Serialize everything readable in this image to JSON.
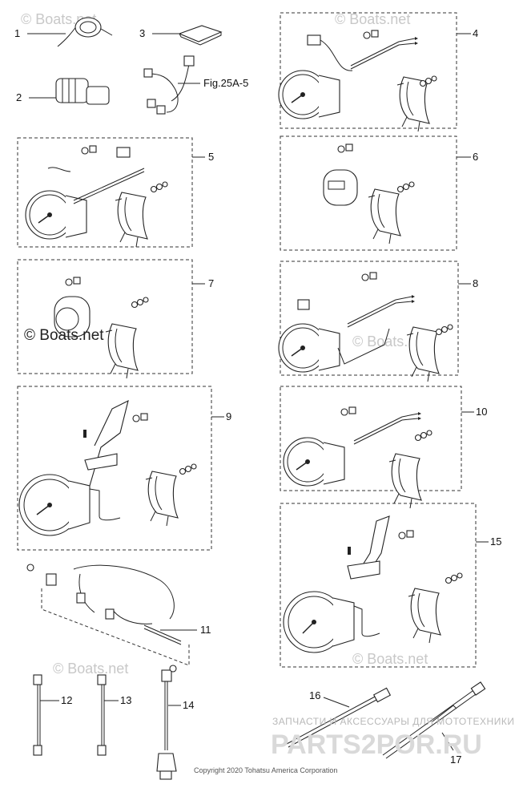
{
  "callouts": {
    "n1": "1",
    "n2": "2",
    "n3": "3",
    "n4": "4",
    "n5": "5",
    "n6": "6",
    "n7": "7",
    "n8": "8",
    "n9": "9",
    "n10": "10",
    "n11": "11",
    "n12": "12",
    "n13": "13",
    "n14": "14",
    "n15": "15",
    "n16": "16",
    "n17": "17"
  },
  "fig_ref": "Fig.25A-5",
  "copyright_main": "© Boats.net",
  "watermark": "© Boats.net",
  "ru_watermark": "ЗАПЧАСТИ И АКСЕССУАРЫ ДЛЯ МОТОТЕХНИКИ",
  "ru_logo": "PARTS2POR.RU",
  "footer": "Copyright 2020 Tohatsu America Corporation",
  "colors": {
    "lines": "#222222",
    "watermark": "#c8c8c8"
  }
}
